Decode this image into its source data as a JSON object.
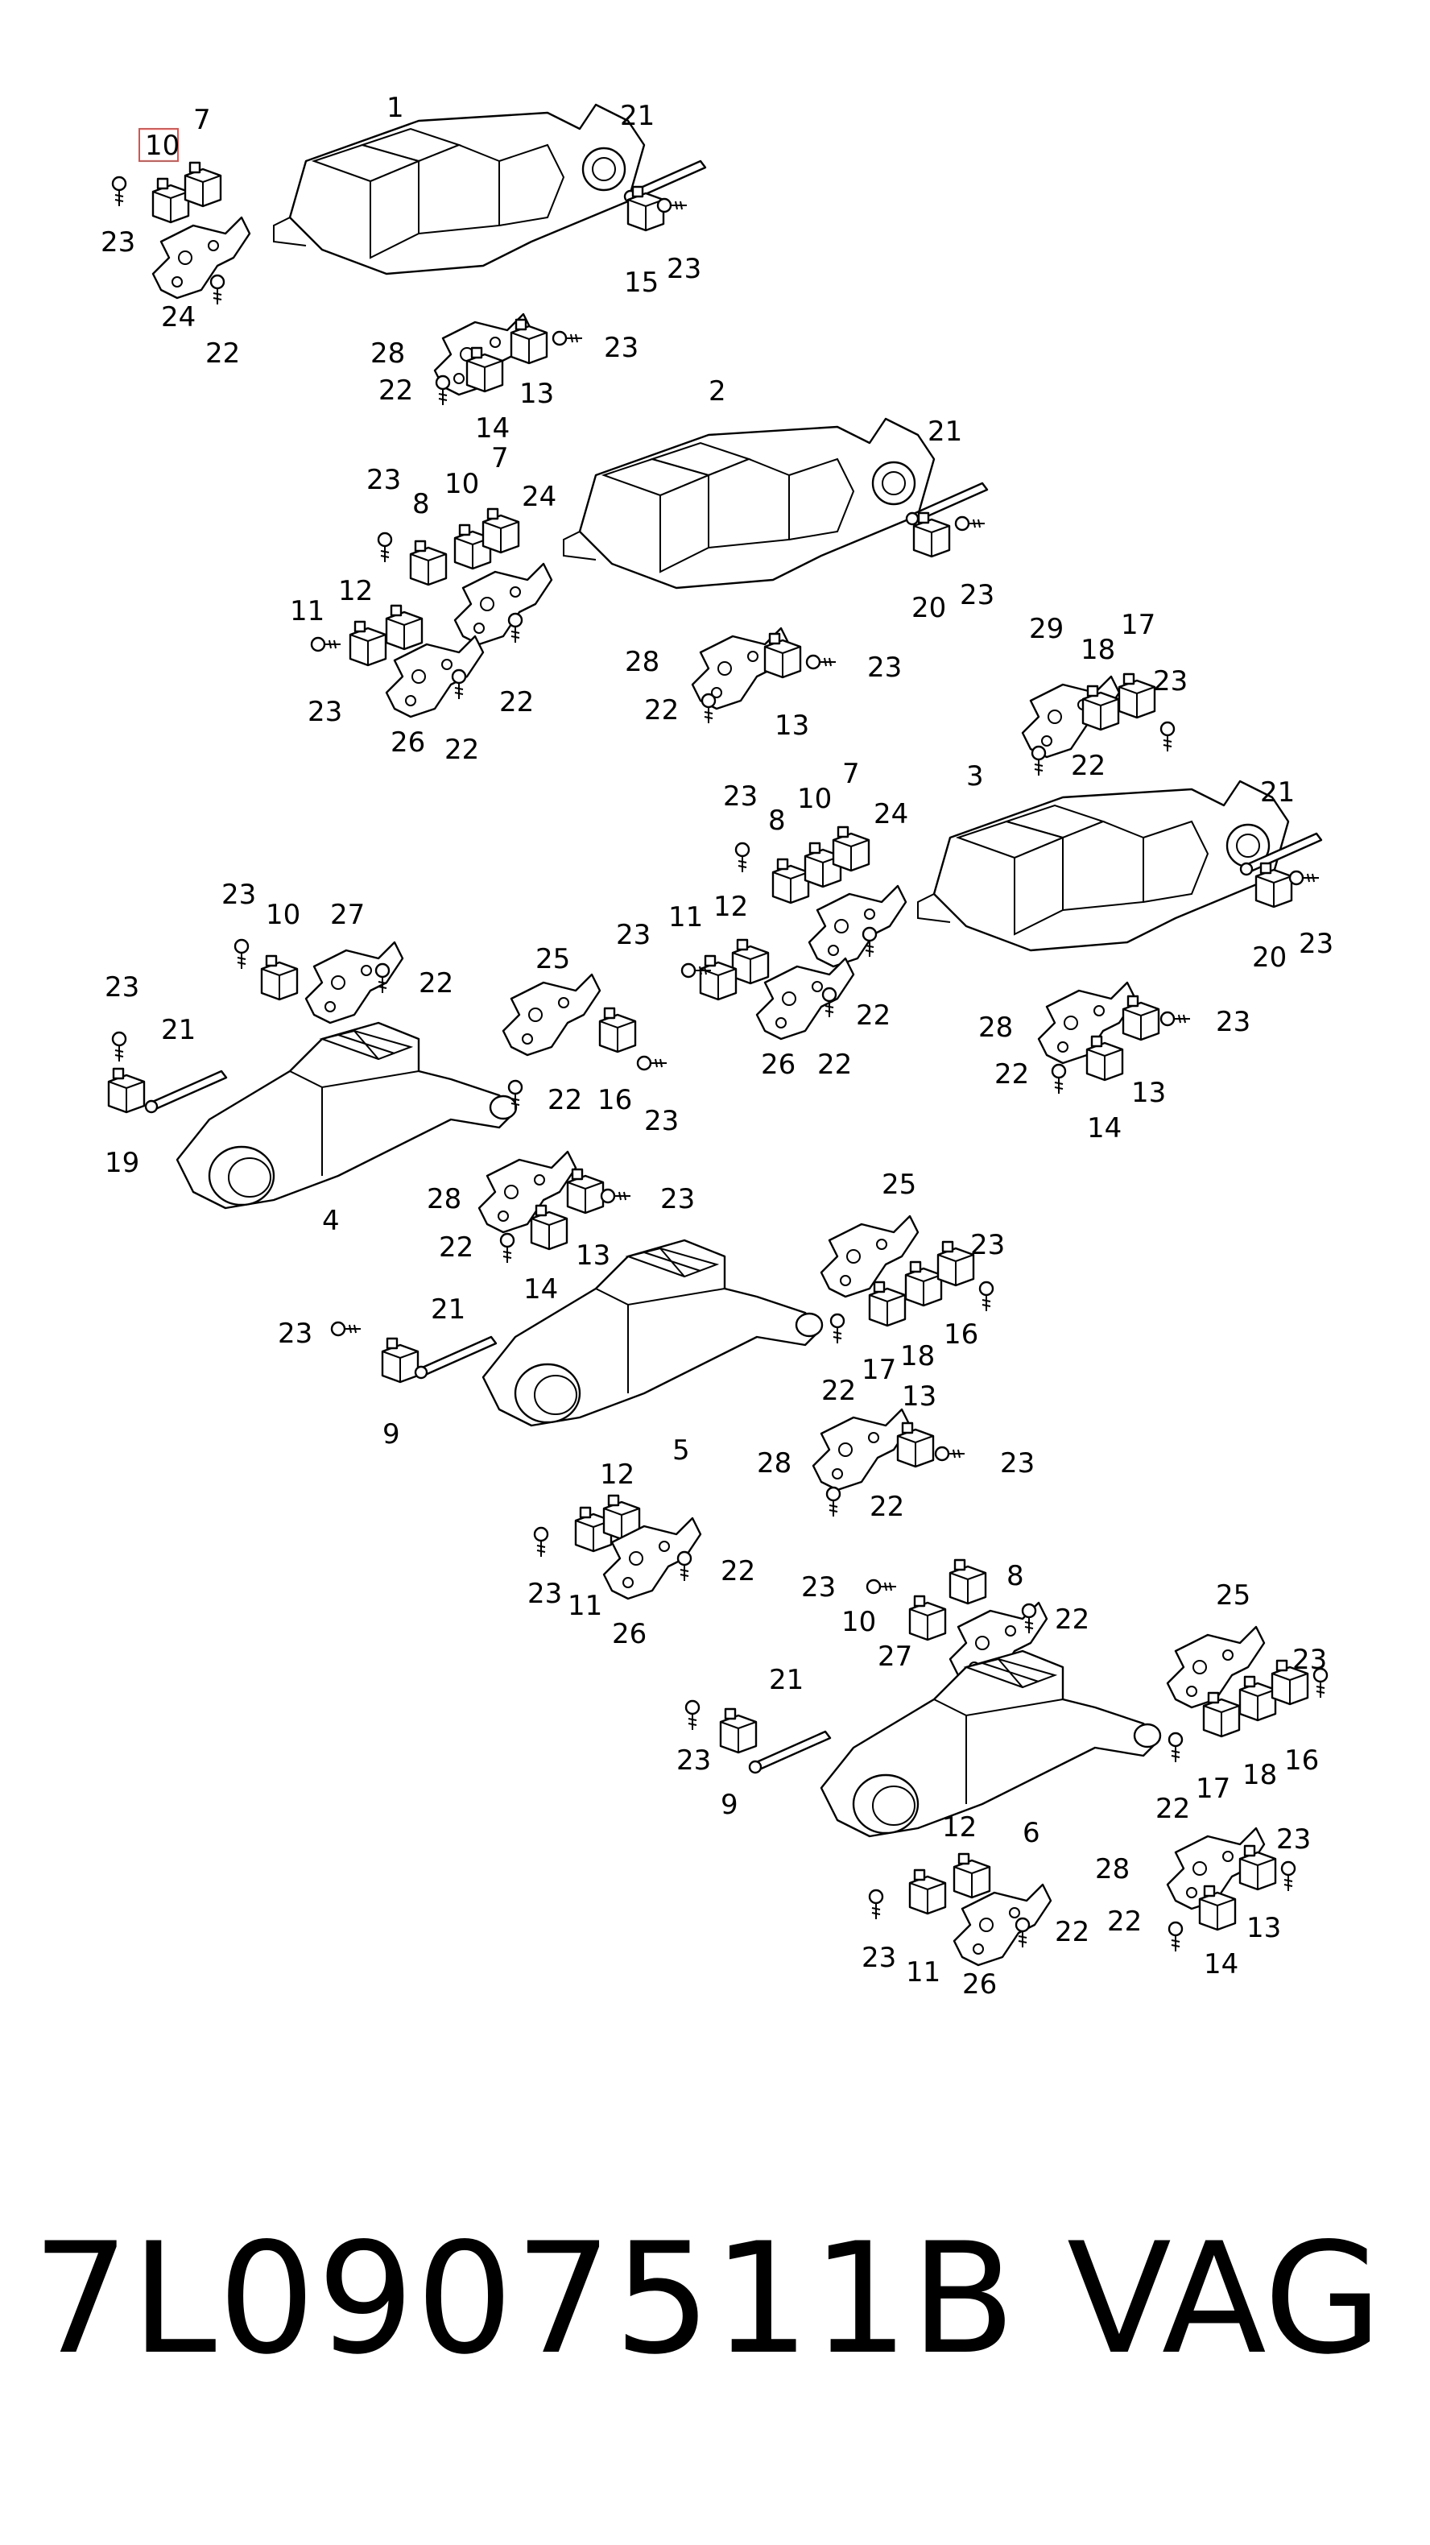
{
  "diagram": {
    "highlighted_callout": "10",
    "callouts": {
      "g1": [
        "1",
        "7",
        "10",
        "23",
        "24",
        "22",
        "21",
        "15",
        "23",
        "28",
        "22",
        "14",
        "13",
        "23"
      ],
      "g2": [
        "2",
        "23",
        "8",
        "10",
        "7",
        "24",
        "12",
        "11",
        "23",
        "26",
        "22",
        "22",
        "28",
        "22",
        "13",
        "23",
        "21",
        "20",
        "23"
      ],
      "g3": [
        "29",
        "18",
        "17",
        "23",
        "22",
        "3",
        "23",
        "8",
        "10",
        "7",
        "24",
        "12",
        "11",
        "23",
        "26",
        "22",
        "22",
        "21",
        "20",
        "23",
        "28",
        "22",
        "14",
        "13",
        "23"
      ],
      "g4": [
        "23",
        "10",
        "27",
        "22",
        "23",
        "21",
        "19",
        "4",
        "25",
        "22",
        "16",
        "23"
      ],
      "g5": [
        "28",
        "23",
        "22",
        "14",
        "13",
        "25",
        "23",
        "22",
        "17",
        "18",
        "16",
        "23",
        "21",
        "9",
        "5",
        "28",
        "13",
        "23",
        "22",
        "12",
        "23",
        "11",
        "26",
        "22"
      ],
      "g6": [
        "23",
        "8",
        "10",
        "22",
        "27",
        "25",
        "23",
        "22",
        "17",
        "18",
        "16",
        "23",
        "21",
        "9",
        "6",
        "12",
        "23",
        "11",
        "26",
        "22",
        "28",
        "22",
        "14",
        "23",
        "13"
      ]
    }
  },
  "footer": {
    "part_number": "7L0907511B",
    "brand": "VAG"
  }
}
